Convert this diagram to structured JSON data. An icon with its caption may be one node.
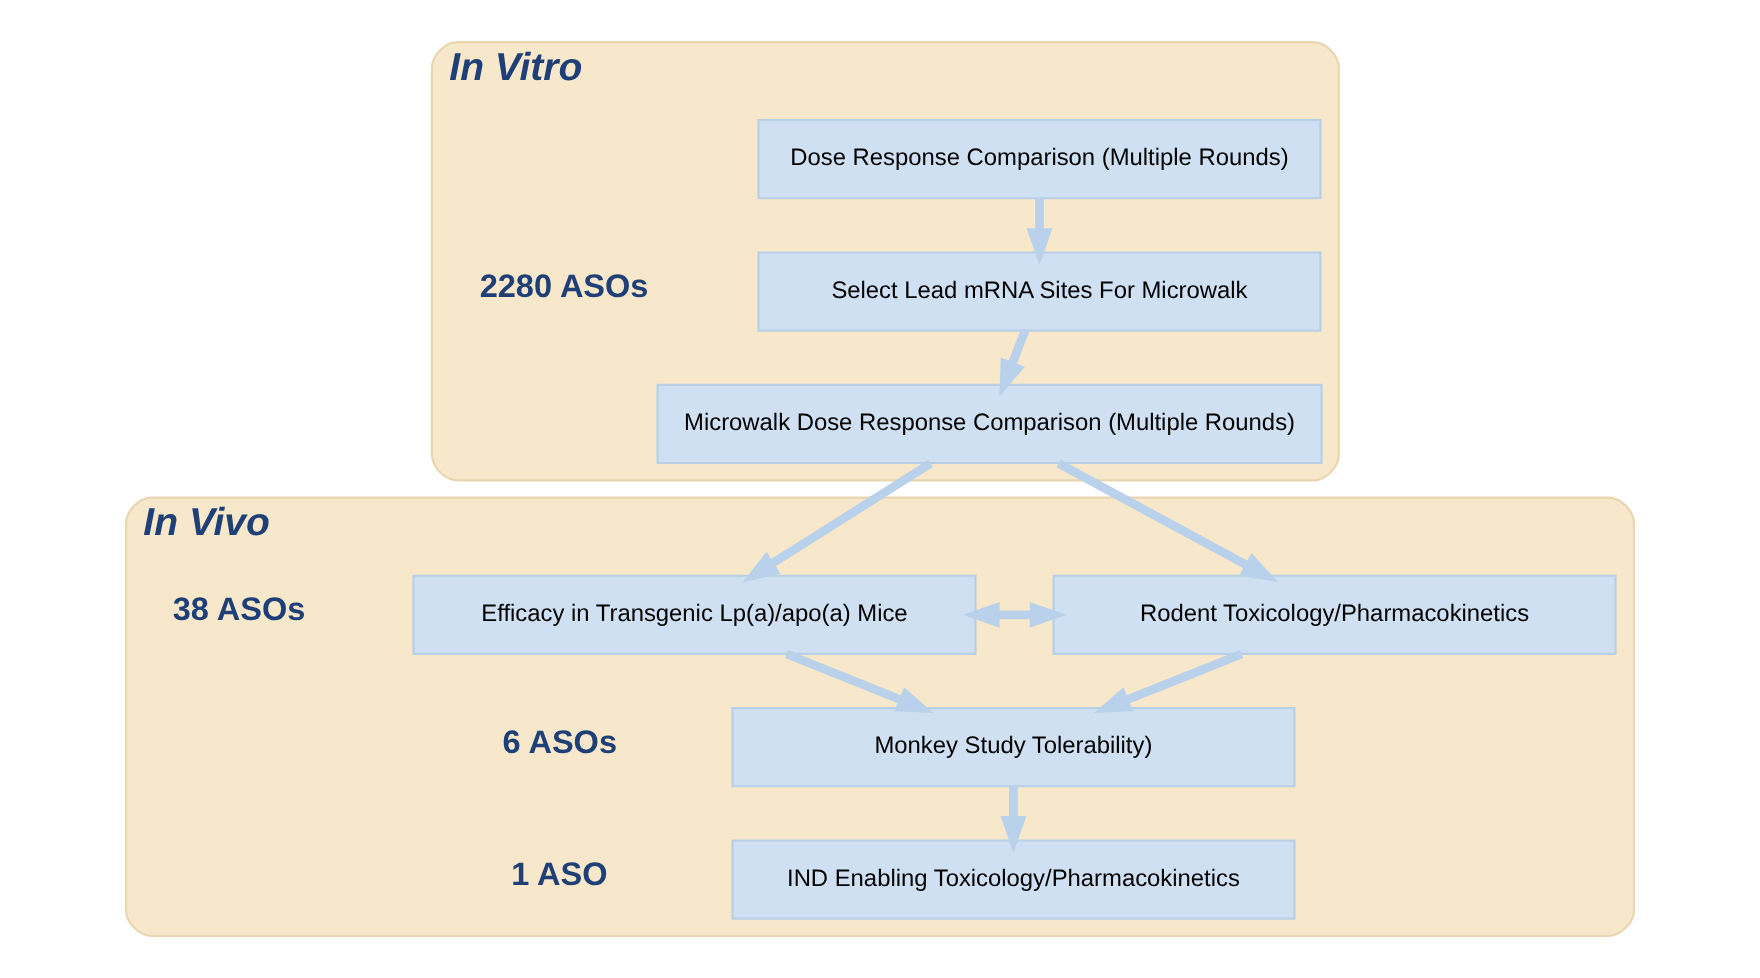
{
  "diagram": {
    "nodes": [
      {
        "text": [
          "In Vitro"
        ]
      },
      {
        "text": [
          "Dose Response Comparison (Multiple Rounds)"
        ],
        "in": 0
      },
      {
        "text": [
          "Select Lead mRNA Sites For Microwalk"
        ],
        "in": 0,
        "beside": [
          "2280 ASOs"
        ]
      },
      {
        "text": [
          "Microwalk Dose Response Comparison (Multiple Rounds)"
        ],
        "in": 0
      },
      {
        "text": [
          "In Vivo"
        ]
      },
      {
        "text": [
          "Rodent Toxicology/Pharmacokinetics"
        ],
        "in": 4
      },
      {
        "text": [
          "Efficacy in Transgenic Lp(a)/apo(a) Mice"
        ],
        "in": 4,
        "beside": [
          "38 ASOs"
        ]
      },
      {
        "text": [
          "Monkey Study Tolerability)"
        ],
        "in": 4,
        "beside": [
          "6 ASOs"
        ]
      },
      {
        "text": [
          "IND Enabling Toxicology/Pharmacokinetics"
        ],
        "in": 4,
        "beside": [
          "1 ASO"
        ]
      }
    ],
    "edges": [
      {
        "from": 1,
        "to": 2,
        "arrow": "to"
      },
      {
        "from": 2,
        "to": 3,
        "arrow": "to"
      },
      {
        "from": 3,
        "to": 5,
        "arrow": "to"
      },
      {
        "from": 3,
        "to": 6,
        "arrow": "to"
      },
      {
        "from": 5,
        "to": 6,
        "arrow": "both"
      },
      {
        "from": 5,
        "to": 7,
        "arrow": "to"
      },
      {
        "from": 6,
        "to": 7,
        "arrow": "to"
      },
      {
        "from": 7,
        "to": 8,
        "arrow": "to"
      }
    ]
  }
}
